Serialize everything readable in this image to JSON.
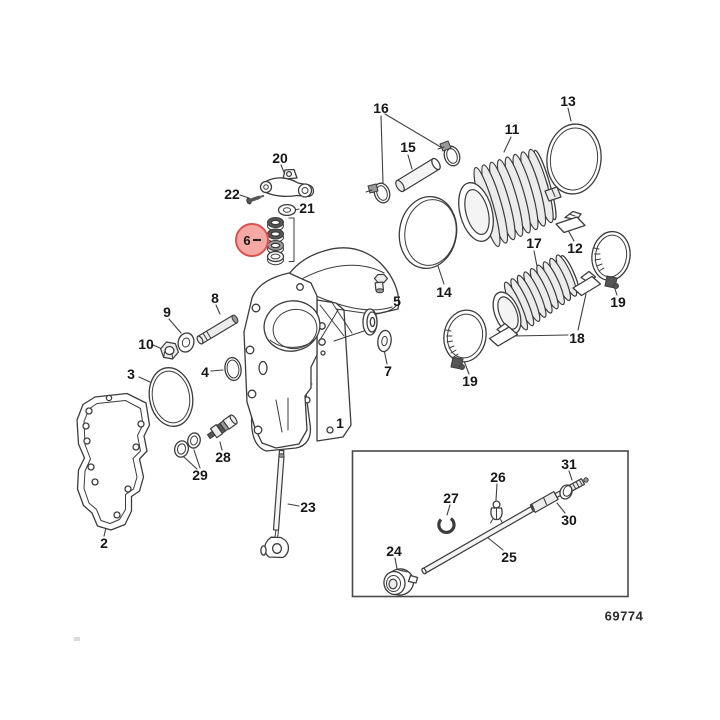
{
  "meta": {
    "diagram_number": "69774"
  },
  "highlight": {
    "applies_to_callout": "6",
    "fill": "#f5a8a4",
    "border": "#dd524e"
  },
  "callouts": {
    "n1": "1",
    "n2": "2",
    "n3": "3",
    "n4": "4",
    "n5": "5",
    "n6": "6",
    "n7": "7",
    "n8": "8",
    "n9": "9",
    "n10": "10",
    "n11": "11",
    "n12": "12",
    "n13": "13",
    "n14": "14",
    "n15": "15",
    "n16": "16",
    "n17": "17",
    "n18": "18",
    "n19": "19",
    "n20": "20",
    "n21": "21",
    "n22": "22",
    "n23": "23",
    "n24": "24",
    "n25": "25",
    "n26": "26",
    "n27": "27",
    "n28": "28",
    "n29": "29",
    "n30": "30",
    "n31": "31"
  }
}
